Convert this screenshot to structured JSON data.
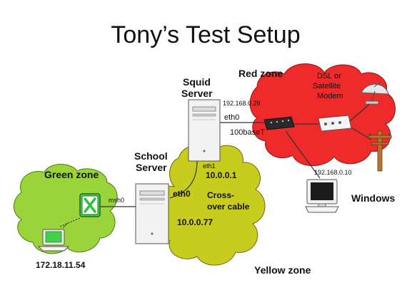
{
  "title": "Tony’s Test Setup",
  "zones": {
    "green": {
      "label": "Green zone",
      "color": "#9ad43a"
    },
    "red": {
      "label": "Red zone",
      "color": "#ee2a2a"
    },
    "yellow": {
      "label": "Yellow zone",
      "color": "#c8cc1c"
    }
  },
  "nodes": {
    "squid": {
      "line1": "Squid",
      "line2": "Server"
    },
    "school": {
      "line1": "School",
      "line2": "Server"
    },
    "modem": {
      "line1": "DSL or",
      "line2": "Satellite",
      "line3": "Modem"
    },
    "windows": {
      "label": "Windows"
    }
  },
  "interfaces": {
    "squid_eth0": "eth0",
    "squid_eth1": "eth1",
    "school_eth0": "eth0",
    "school_msh0": "msh0"
  },
  "addresses": {
    "squid_red": "192.168.0.29",
    "squid_yellow": "10.0.0.1",
    "school_yellow": "10.0.0.77",
    "windows": "192.168.0.10",
    "laptop": "172.18.11.54"
  },
  "links": {
    "ethernet_speed": "100baseT",
    "crossover_line1": "Cross-",
    "crossover_line2": "over cable"
  },
  "colors": {
    "server_body": "#f2f2f2",
    "server_line": "#555555",
    "mesh_box": "#3fd34a",
    "switch": "#2a2a2a"
  },
  "icons": {
    "mesh": "x-mark-icon",
    "dish": "satellite-dish-icon",
    "pole": "telephone-pole-icon",
    "laptop": "laptop-icon",
    "monitor": "monitor-icon",
    "switch": "network-switch-icon",
    "modem": "modem-icon"
  }
}
